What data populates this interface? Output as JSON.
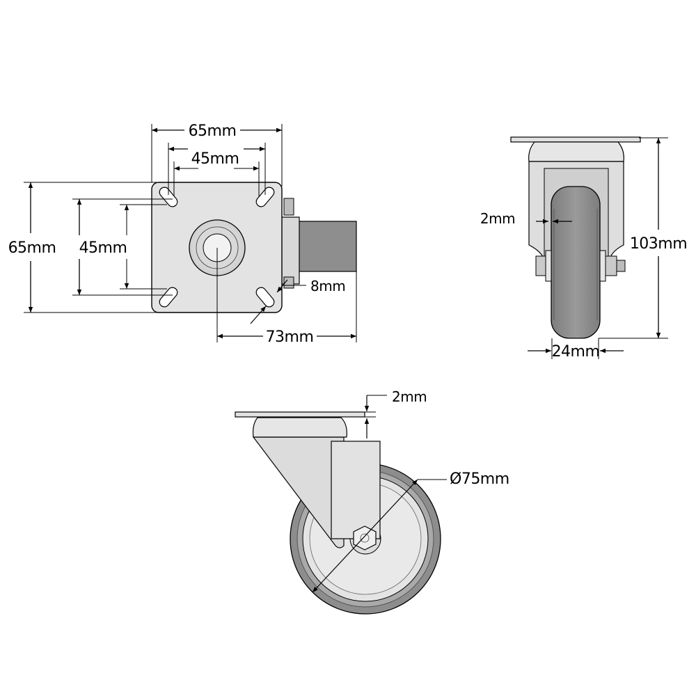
{
  "colors": {
    "line": "#000000",
    "metal_light": "#e2e2e2",
    "metal_mid": "#c8c8c8",
    "tire": "#8c8c8c",
    "tire_dark": "#6e6e6e",
    "background": "#ffffff"
  },
  "top_view": {
    "plate_width_label": "65mm",
    "hole_spacing_x_label": "45mm",
    "plate_height_label": "65mm",
    "hole_spacing_y_label": "45mm",
    "slot_width_label": "8mm",
    "offset_label": "73mm"
  },
  "side_view": {
    "gap_label": "2mm",
    "height_label": "103mm",
    "wheel_width_label": "24mm"
  },
  "front_view": {
    "plate_thickness_label": "2mm",
    "diameter_label": "Ø75mm"
  }
}
